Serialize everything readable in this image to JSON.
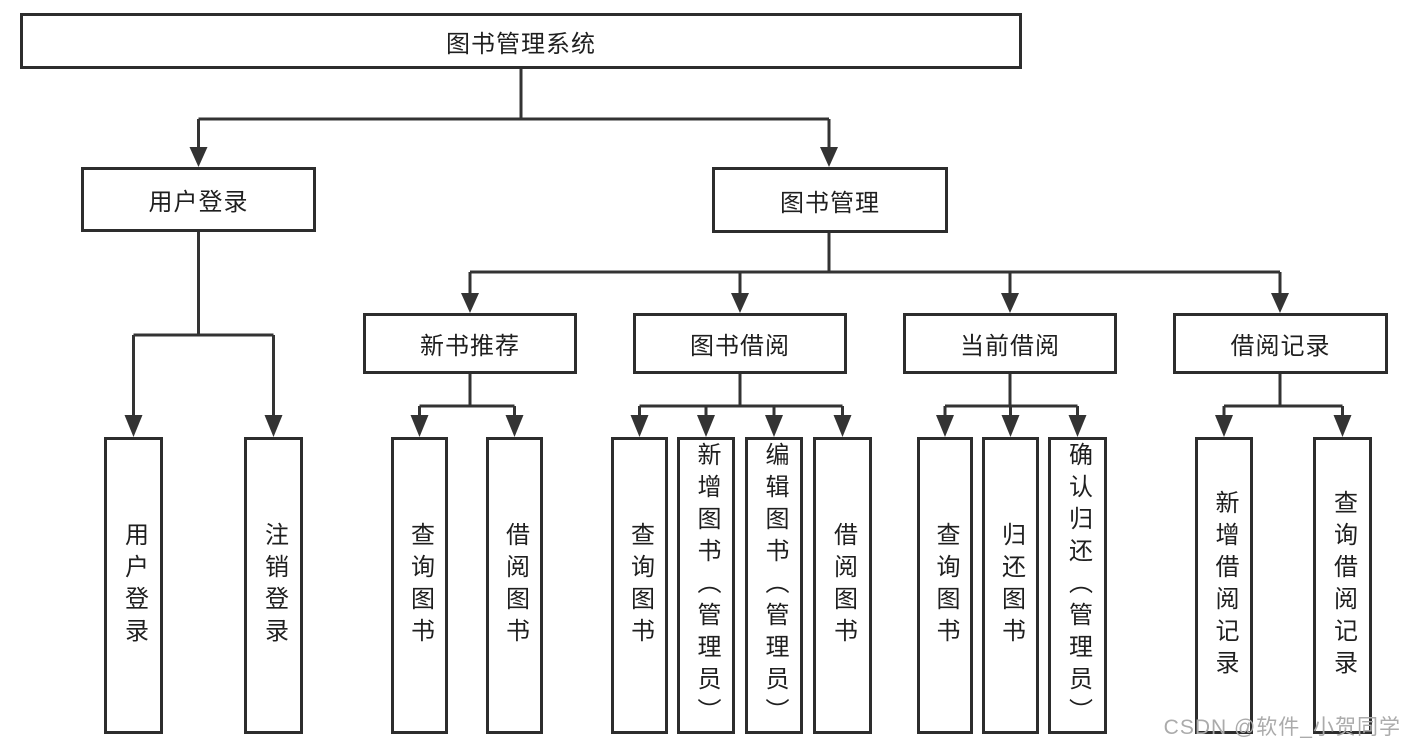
{
  "tree": {
    "root": {
      "label": "图书管理系统"
    },
    "branches": [
      {
        "label": "用户登录",
        "children": [
          {
            "label": "用户登录"
          },
          {
            "label": "注销登录"
          }
        ]
      },
      {
        "label": "图书管理",
        "children": [
          {
            "label": "新书推荐",
            "children": [
              {
                "label": "查询图书"
              },
              {
                "label": "借阅图书"
              }
            ]
          },
          {
            "label": "图书借阅",
            "children": [
              {
                "label": "查询图书"
              },
              {
                "label": "新增图书（管理员）"
              },
              {
                "label": "编辑图书（管理员）"
              },
              {
                "label": "借阅图书"
              }
            ]
          },
          {
            "label": "当前借阅",
            "children": [
              {
                "label": "查询图书"
              },
              {
                "label": "归还图书"
              },
              {
                "label": "确认归还（管理员）"
              }
            ]
          },
          {
            "label": "借阅记录",
            "children": [
              {
                "label": "新增借阅记录"
              },
              {
                "label": "查询借阅记录"
              }
            ]
          }
        ]
      }
    ]
  },
  "watermark": {
    "text": "CSDN @软件_小贺同学"
  },
  "colors": {
    "line": "#333333",
    "box_border": "#2d2d2d",
    "text": "#1f1f1f",
    "watermark": "#ababab",
    "background": "#ffffff"
  }
}
